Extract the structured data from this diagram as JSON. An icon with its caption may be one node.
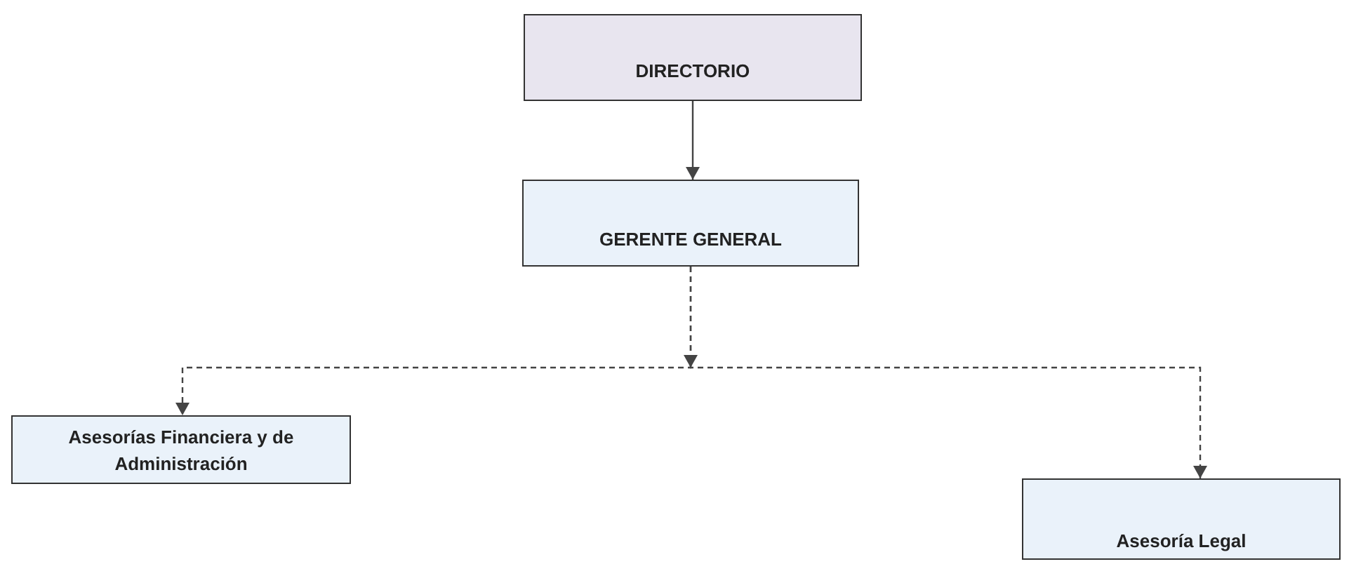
{
  "diagram": {
    "nodes": [
      {
        "text": [
          "DIRECTORIO"
        ]
      },
      {
        "text": [
          "GERENTE GENERAL"
        ]
      },
      {
        "text": [
          "Asesorías Financiera y de Administración"
        ]
      },
      {
        "text": [
          "Asesoría Legal"
        ]
      }
    ],
    "edges": [
      {
        "from": 0,
        "to": 1,
        "arrow": "to"
      },
      {
        "from": 1,
        "to": 2,
        "arrow": "to",
        "style": "dashed"
      },
      {
        "from": 1,
        "to": 3,
        "arrow": "to",
        "style": "dashed"
      }
    ]
  }
}
